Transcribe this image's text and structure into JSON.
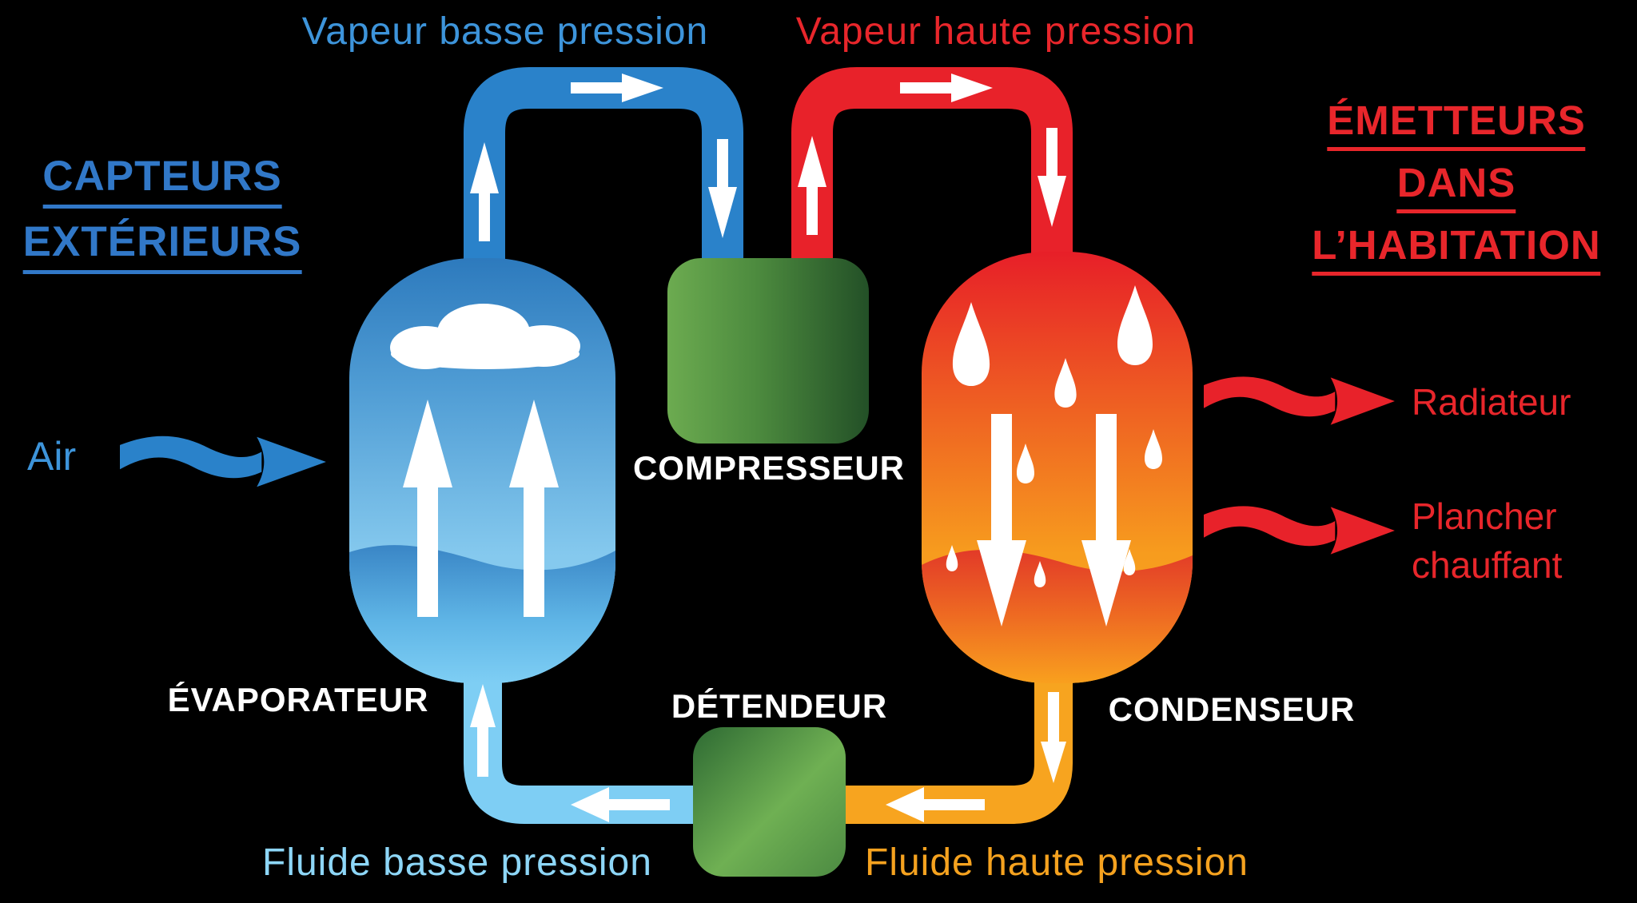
{
  "diagram": {
    "pipe_labels": {
      "vapeur_basse": "Vapeur basse pression",
      "vapeur_haute": "Vapeur haute pression",
      "fluide_basse": "Fluide basse pression",
      "fluide_haute": "Fluide haute pression"
    },
    "left_heading": {
      "line1": "CAPTEURS",
      "line2": "EXTÉRIEURS"
    },
    "right_heading": {
      "line1": "ÉMETTEURS",
      "line2": "DANS",
      "line3": "L’HABITATION"
    },
    "components": {
      "compresseur": "COMPRESSEUR",
      "evaporateur": "ÉVAPORATEUR",
      "detendeur": "DÉTENDEUR",
      "condenseur": "CONDENSEUR"
    },
    "inputs": {
      "air": "Air"
    },
    "outputs": {
      "radiateur": "Radiateur",
      "plancher_line1": "Plancher",
      "plancher_line2": "chauffant"
    },
    "colors": {
      "background": "#000000",
      "blue_pipe": "#2a82ca",
      "light_blue_pipe": "#7ecef4",
      "red_pipe": "#e8222a",
      "orange_pipe": "#f7a41f",
      "green_component": "#5a9a44",
      "label_blue": "#3d94da",
      "heading_blue": "#3178c8",
      "heading_red": "#e8262b",
      "label_light_blue": "#8dd6f7",
      "label_orange": "#f5a21f",
      "component_text": "#ffffff"
    }
  }
}
